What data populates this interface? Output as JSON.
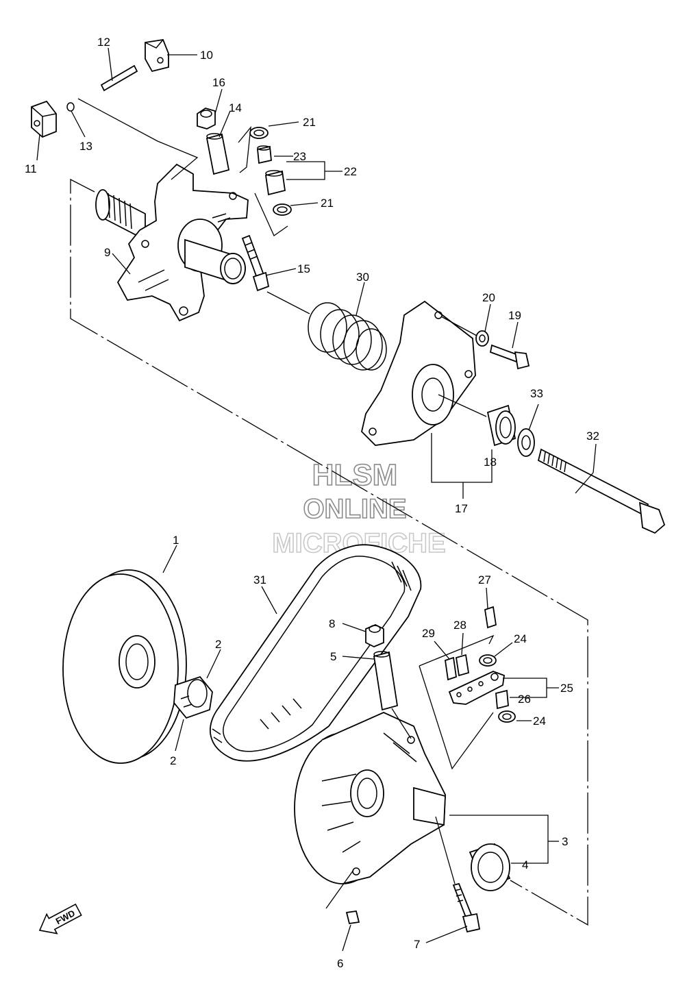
{
  "callouts": {
    "c1": "1",
    "c2a": "2",
    "c2b": "2",
    "c3": "3",
    "c4": "4",
    "c5": "5",
    "c6": "6",
    "c7": "7",
    "c8": "8",
    "c9": "9",
    "c10": "10",
    "c11": "11",
    "c12": "12",
    "c13": "13",
    "c14": "14",
    "c15": "15",
    "c16": "16",
    "c17": "17",
    "c18": "18",
    "c19": "19",
    "c20": "20",
    "c21a": "21",
    "c21b": "21",
    "c22": "22",
    "c23": "23",
    "c24a": "24",
    "c24b": "24",
    "c25": "25",
    "c26": "26",
    "c27": "27",
    "c28": "28",
    "c29": "29",
    "c30": "30",
    "c31": "31",
    "c32": "32",
    "c33": "33"
  },
  "watermark": {
    "line1": "HLSM",
    "line2": "ONLINE",
    "line3": "MICROFICHE"
  },
  "fwd": {
    "label": "FWD"
  }
}
